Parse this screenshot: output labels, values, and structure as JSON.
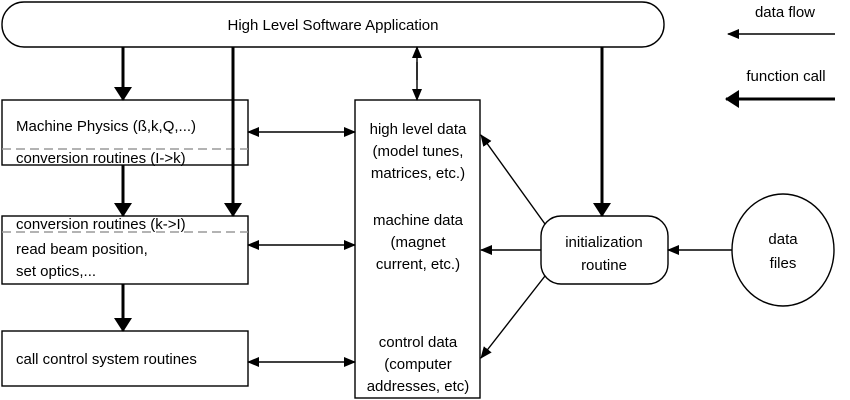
{
  "app_label": "High Level Software Application",
  "legend": {
    "data_flow": "data flow",
    "function_call": "function call"
  },
  "machine_physics": {
    "title": "Machine Physics (ß,k,Q,...)",
    "conversion": "conversion routines (I->k)"
  },
  "conversion_box": {
    "line1": "conversion routines (k->I)",
    "line2": "read beam position,",
    "line3": "set optics,..."
  },
  "control_box": {
    "label": "call control system routines"
  },
  "data_column": {
    "high_level": [
      "high level data",
      "(model tunes,",
      "matrices, etc.)"
    ],
    "machine": [
      "machine data",
      "(magnet",
      "current, etc.)"
    ],
    "control": [
      "control data",
      "(computer",
      "addresses, etc)"
    ]
  },
  "init": {
    "line1": "initialization",
    "line2": "routine"
  },
  "data_files": {
    "line1": "data",
    "line2": "files"
  }
}
